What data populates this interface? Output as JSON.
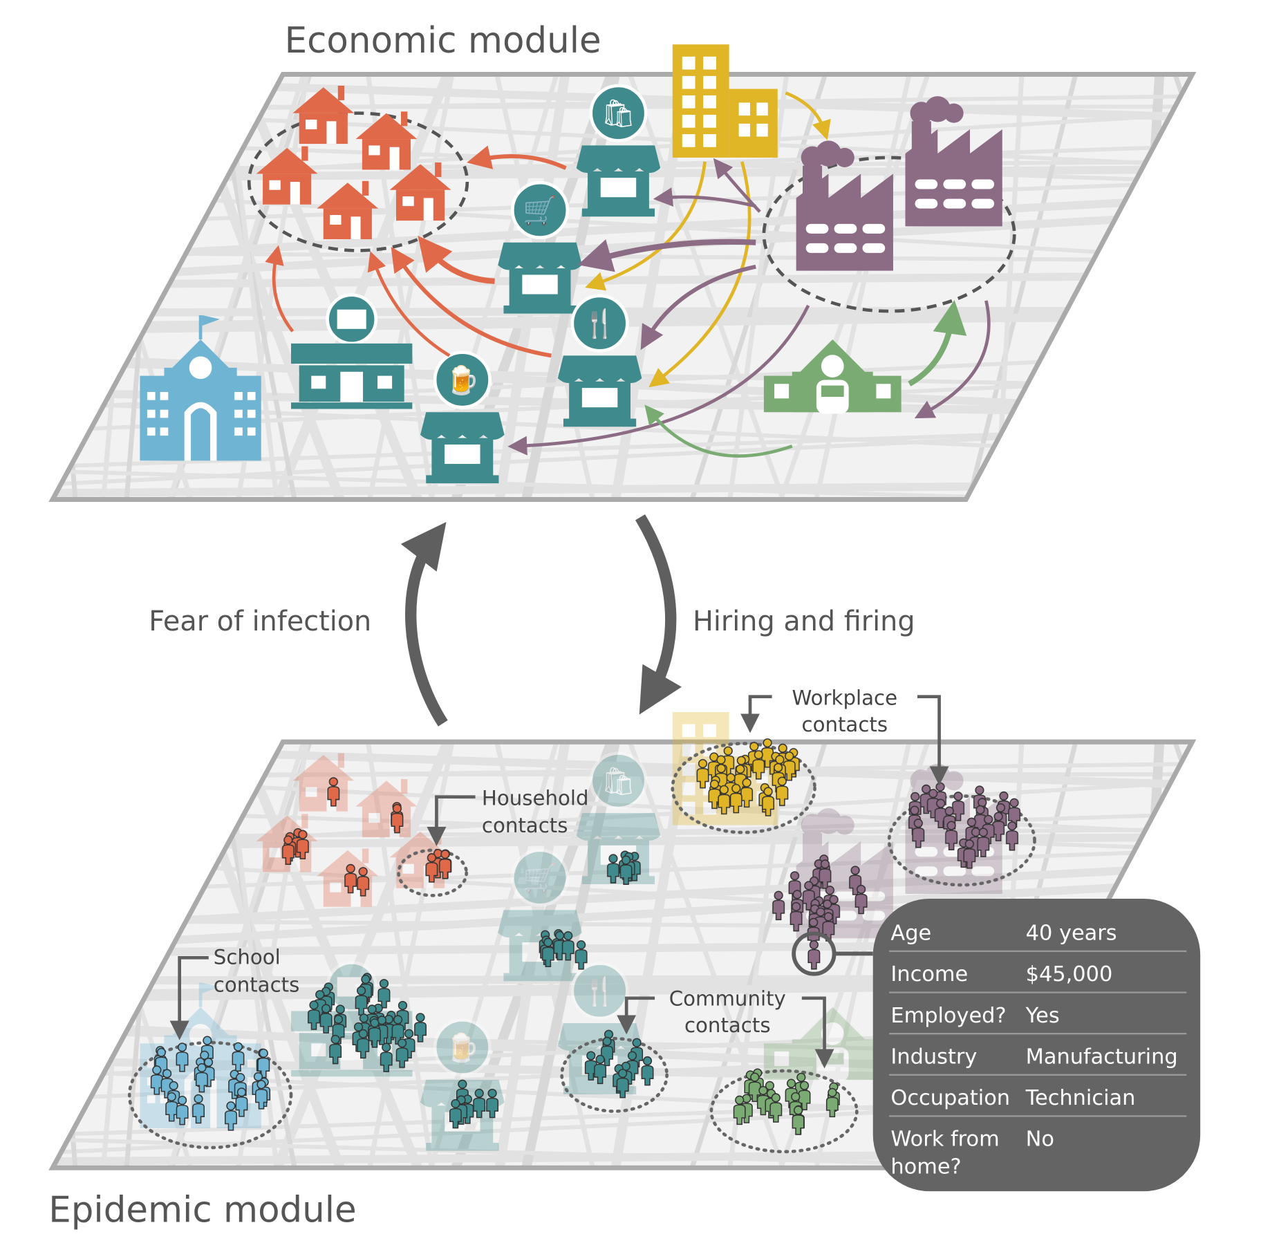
{
  "titles": {
    "economic": "Economic module",
    "epidemic": "Epidemic module"
  },
  "feedback": {
    "left": "Fear of infection",
    "right": "Hiring and firing"
  },
  "contacts": {
    "workplace": [
      "Workplace",
      "contacts"
    ],
    "household": [
      "Household",
      "contacts"
    ],
    "school": [
      "School",
      "contacts"
    ],
    "community": [
      "Community",
      "contacts"
    ]
  },
  "agent_card": {
    "rows": [
      {
        "label": [
          "Age"
        ],
        "value": "40 years"
      },
      {
        "label": [
          "Income"
        ],
        "value": "$45,000"
      },
      {
        "label": [
          "Employed?"
        ],
        "value": "Yes"
      },
      {
        "label": [
          "Industry"
        ],
        "value": "Manufacturing"
      },
      {
        "label": [
          "Occupation"
        ],
        "value": "Technician"
      },
      {
        "label": [
          "Work from",
          "home?"
        ],
        "value": "No"
      }
    ]
  },
  "colors": {
    "household": "#e0694a",
    "retail": "#3f8a8c",
    "office": "#e0b526",
    "manufacturing": "#8c6b85",
    "school": "#6fb5d3",
    "transport": "#7aab72",
    "map_fill": "#f2f2f2",
    "map_border": "#aaaaaa",
    "arrow": "#5f5f5f",
    "card": "#646464"
  }
}
